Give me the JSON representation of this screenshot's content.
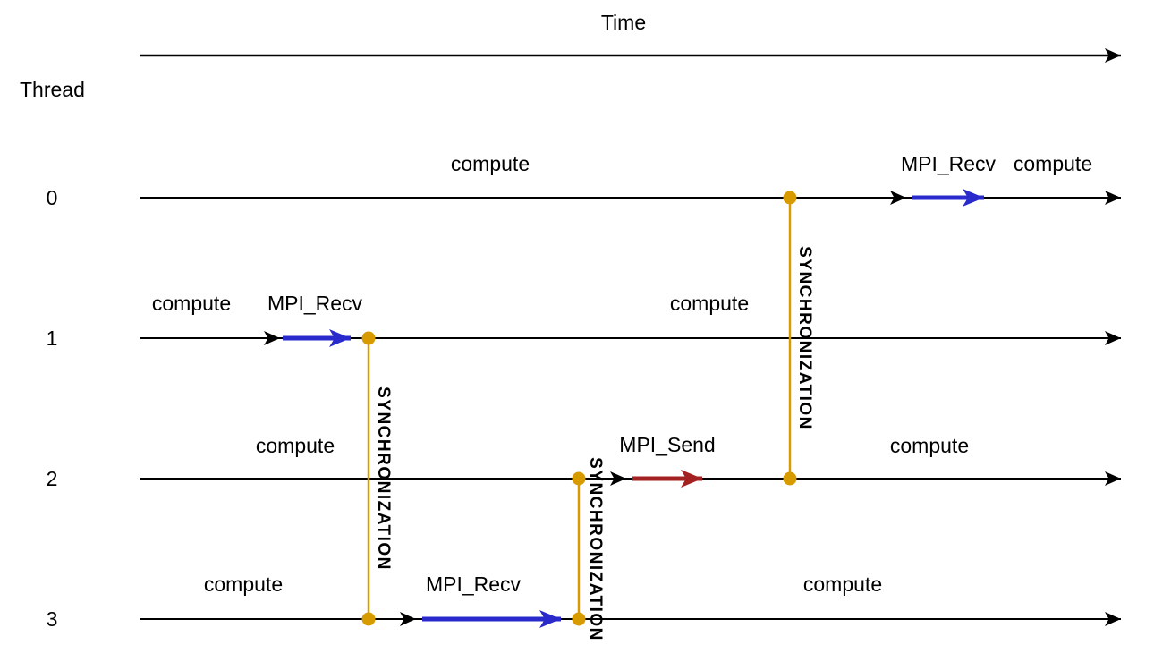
{
  "axis": {
    "time_label": "Time",
    "thread_label": "Thread"
  },
  "threads": [
    {
      "label": "0",
      "compute_left": "compute",
      "op_label": "MPI_Recv",
      "op_type": "recv",
      "compute_right": "compute"
    },
    {
      "label": "1",
      "compute_left": "compute",
      "op_label": "MPI_Recv",
      "op_type": "recv",
      "compute_right": "compute"
    },
    {
      "label": "2",
      "compute_left": "compute",
      "op_label": "MPI_Send",
      "op_type": "send",
      "compute_right": "compute"
    },
    {
      "label": "3",
      "compute_left": "compute",
      "op_label": "MPI_Recv",
      "op_type": "recv",
      "compute_right": "compute"
    }
  ],
  "syncs": [
    {
      "label": "SYNCHRONIZATION",
      "between_threads": [
        1,
        3
      ]
    },
    {
      "label": "SYNCHRONIZATION",
      "between_threads": [
        2,
        3
      ]
    },
    {
      "label": "SYNCHRONIZATION",
      "between_threads": [
        0,
        2
      ]
    }
  ],
  "colors": {
    "timeline_black": "#000000",
    "mpi_recv_blue": "#2929CC",
    "mpi_send_arrow_red": "#A32121",
    "mpi_send_text_red": "#CC2F2F",
    "sync_line_orange": "#D79B00",
    "sync_text_orange": "#F6B26F"
  }
}
